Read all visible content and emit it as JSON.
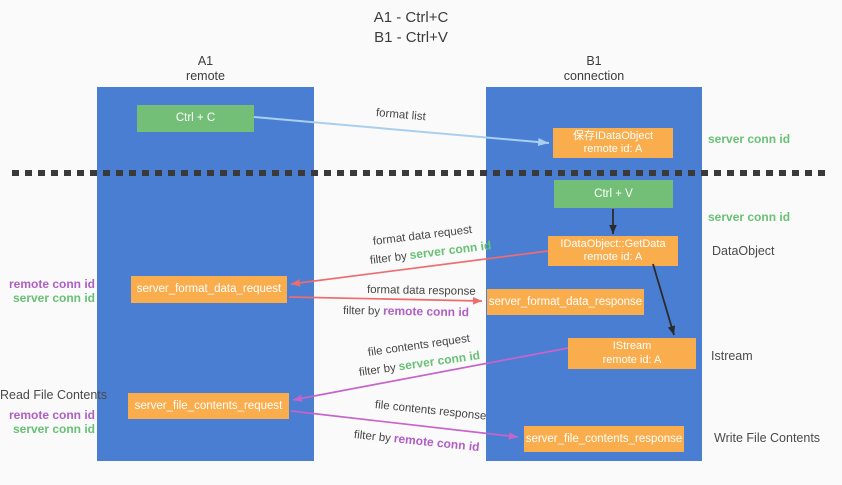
{
  "title": {
    "line1": "A1 - Ctrl+C",
    "line2": "B1 - Ctrl+V"
  },
  "columns": {
    "a": {
      "name": "A1",
      "subtitle": "remote"
    },
    "b": {
      "name": "B1",
      "subtitle": "connection"
    }
  },
  "nodes": {
    "ctrl_c": "Ctrl + C",
    "ctrl_v": "Ctrl + V",
    "save_dataobject_line1": "保存IDataObject",
    "save_dataobject_line2": "remote id: A",
    "getdata_line1": "IDataObject::GetData",
    "getdata_line2": "remote id: A",
    "istream_line1": "IStream",
    "istream_line2": "remote id: A",
    "format_request": "server_format_data_request",
    "format_response": "server_format_data_response",
    "file_request": "server_file_contents_request",
    "file_response": "server_file_contents_response"
  },
  "side_labels": {
    "server_conn_id": "server conn id",
    "remote_conn_id": "remote conn id",
    "dataobject": "DataObject",
    "istream": "Istream",
    "read_file_contents": "Read File Contents",
    "write_file_contents": "Write File Contents"
  },
  "arrow_labels": {
    "format_list": "format list",
    "format_data_request": "format data request",
    "format_data_response": "format data response",
    "file_contents_request": "file contents request",
    "file_contents_response": "file contents response",
    "filter_by": "filter by",
    "server_conn_id": "server conn id",
    "remote_conn_id": "remote conn id"
  },
  "colors": {
    "column_fill": "#4a7ed2",
    "node_orange": "#f9ad4d",
    "node_green": "#74bf77",
    "accent_green_text": "#68c175",
    "accent_purple_text": "#b05ec4",
    "arrow_red": "#ee6b6e",
    "arrow_magenta": "#c565c9",
    "arrow_blue": "#a9cfef",
    "arrow_black": "#2b2b2b",
    "text_dark": "#3c3c3c",
    "background": "#fafafa"
  }
}
